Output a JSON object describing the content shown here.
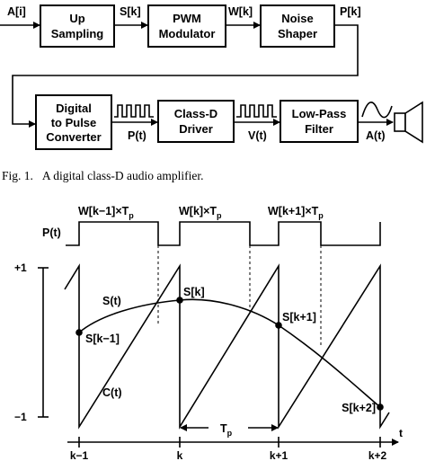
{
  "block_diagram": {
    "input_signal": "A[i]",
    "blocks": [
      {
        "line1": "Up",
        "line2": "Sampling"
      },
      {
        "line1": "PWM",
        "line2": "Modulator"
      },
      {
        "line1": "Noise",
        "line2": "Shaper"
      },
      {
        "line1": "Digital",
        "line2": "to Pulse",
        "line3": "Converter"
      },
      {
        "line1": "Class-D",
        "line2": "Driver"
      },
      {
        "line1": "Low-Pass",
        "line2": "Filter"
      }
    ],
    "signals": [
      "S[k]",
      "W[k]",
      "P[k]",
      "P(t)",
      "V(t)",
      "A(t)"
    ]
  },
  "caption": {
    "number": "Fig. 1.",
    "text": "A digital class-D audio amplifier."
  },
  "waveform": {
    "pulse_label": "P(t)",
    "width_labels": [
      "W[k−1]×T",
      "W[k]×T",
      "W[k+1]×T"
    ],
    "width_subscript": "p",
    "curve_label": "S(t)",
    "carrier_label": "C(t)",
    "sample_labels": [
      "S[k−1]",
      "S[k]",
      "S[k+1]",
      "S[k+2]"
    ],
    "y_top": "+1",
    "y_bottom": "−1",
    "x_axis_label": "t",
    "period_label": "T",
    "period_subscript": "p",
    "x_ticks": [
      "k−1",
      "k",
      "k+1",
      "k+2"
    ]
  }
}
